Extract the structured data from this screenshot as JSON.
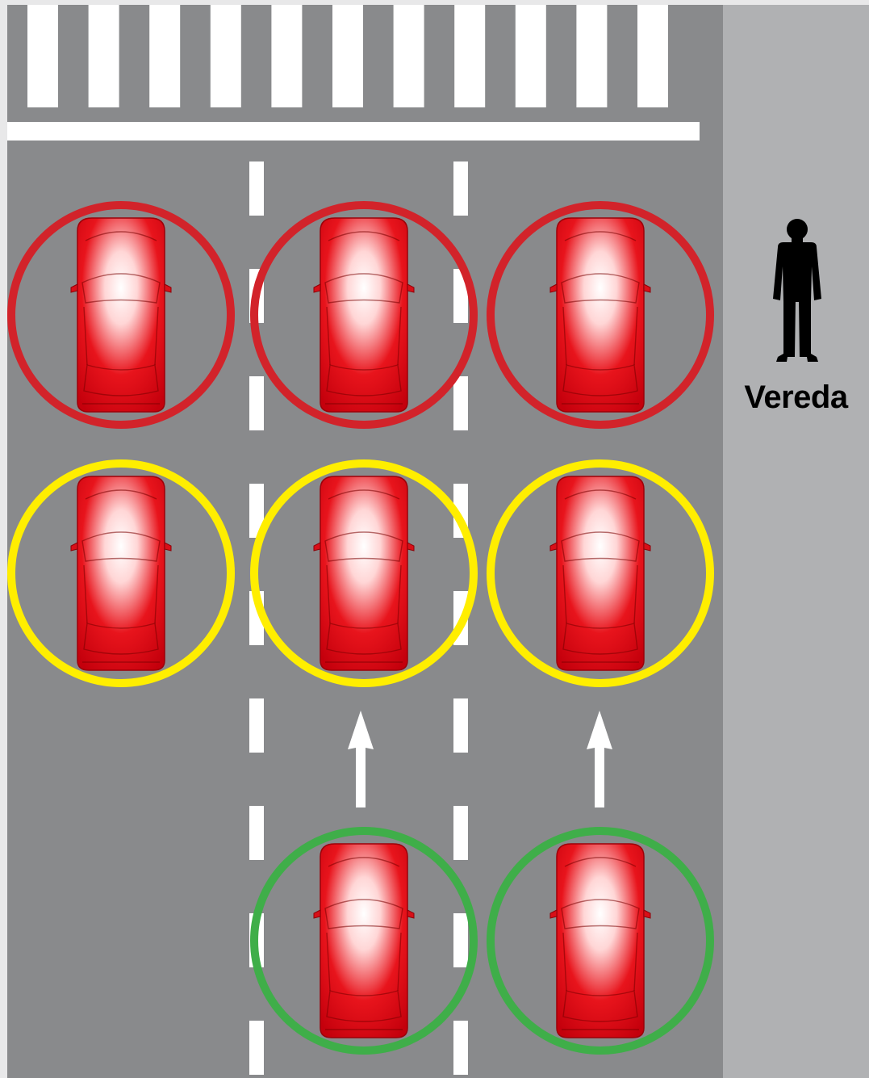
{
  "scene": {
    "sidewalk_label": "Vereda",
    "colors": {
      "frame": "#e8e8e9",
      "road": "#898a8c",
      "sidewalk": "#b0b1b3",
      "markings": "#ffffff",
      "car": "#e8141c",
      "ring_red": "#d2232a",
      "ring_yellow": "#ffee00",
      "ring_green": "#3fae49",
      "pedestrian": "#000000"
    },
    "icons": [
      "pedestrian-icon",
      "car-icon",
      "up-arrow-icon"
    ],
    "rows": [
      {
        "status": "red",
        "cars": [
          "lane-1",
          "lane-2",
          "lane-3"
        ]
      },
      {
        "status": "yellow",
        "cars": [
          "lane-1",
          "lane-2",
          "lane-3"
        ]
      },
      {
        "status": "green",
        "cars": [
          "lane-2",
          "lane-3"
        ]
      }
    ]
  }
}
